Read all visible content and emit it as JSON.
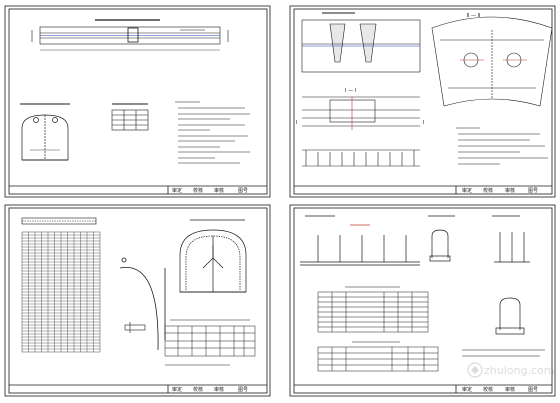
{
  "document": {
    "sheets": [
      {
        "id": "top-left",
        "title_block": [
          "审定",
          "校核",
          "审核",
          "图号"
        ]
      },
      {
        "id": "top-right",
        "title_block": [
          "审定",
          "校核",
          "审核",
          "图号"
        ]
      },
      {
        "id": "bottom-left",
        "title_block": [
          "审定",
          "校核",
          "审核",
          "图号"
        ]
      },
      {
        "id": "bottom-right",
        "title_block": [
          "审定",
          "校核",
          "审核",
          "图号"
        ]
      }
    ],
    "labels": {
      "section_II": "Ⅱ — Ⅱ",
      "section_I": "Ⅰ — Ⅰ",
      "marker_I": "Ⅰ",
      "marker_II": "Ⅱ"
    },
    "watermark": {
      "text": "zhulong.com",
      "is_logo": true
    },
    "colors": {
      "line": "#1a1a1a",
      "blue": "#1f3fbf",
      "red": "#c0392b"
    }
  }
}
